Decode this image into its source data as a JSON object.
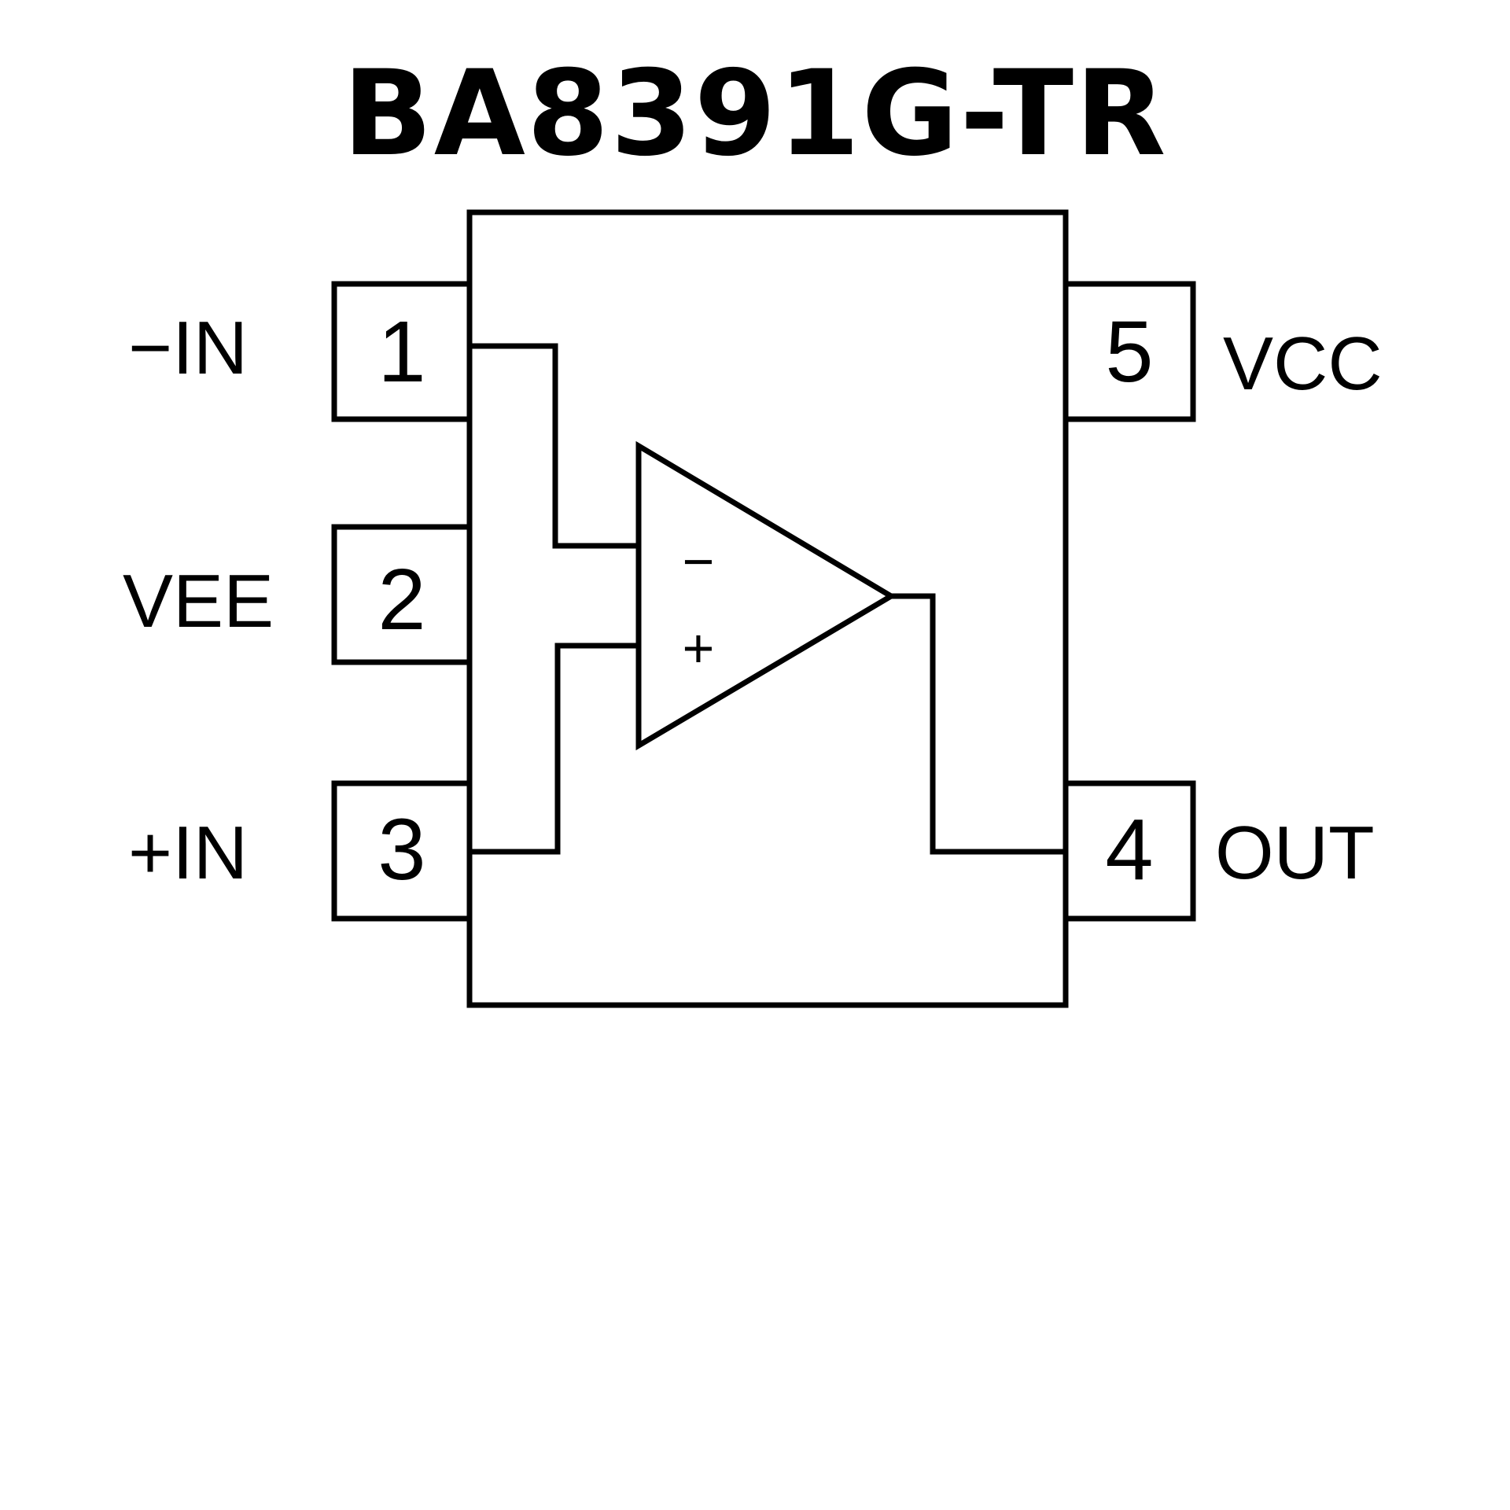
{
  "title": "BA8391G-TR",
  "component": {
    "type": "op-amp",
    "inverting_sign": "−",
    "non_inverting_sign": "+"
  },
  "pins": [
    {
      "number": "1",
      "label": "−IN",
      "side": "left"
    },
    {
      "number": "2",
      "label": "VEE",
      "side": "left"
    },
    {
      "number": "3",
      "label": "+IN",
      "side": "left"
    },
    {
      "number": "4",
      "label": "OUT",
      "side": "right"
    },
    {
      "number": "5",
      "label": "VCC",
      "side": "right"
    }
  ],
  "colors": {
    "line": "#000000",
    "background": "#ffffff"
  }
}
